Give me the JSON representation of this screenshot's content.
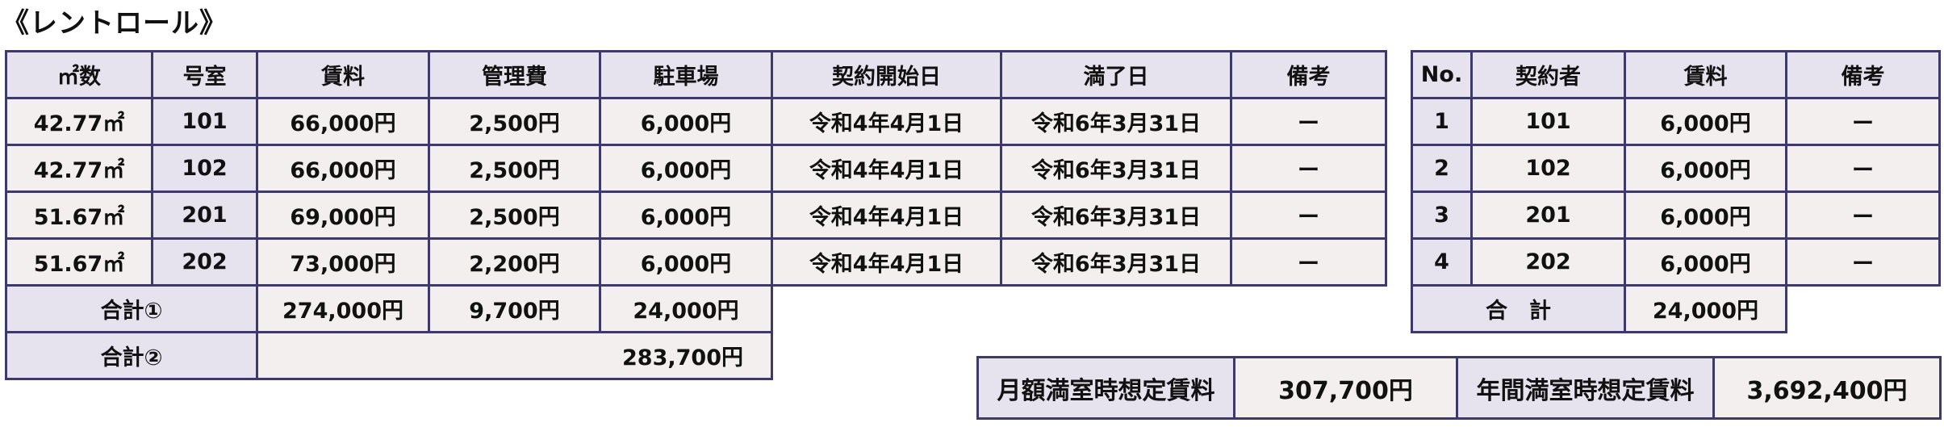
{
  "title": "《レントロール》",
  "rent_table": {
    "headers": [
      "㎡数",
      "号室",
      "賃料",
      "管理費",
      "駐車場",
      "契約開始日",
      "満了日",
      "備考"
    ],
    "rows": [
      [
        "42.77㎡",
        "101",
        "66,000円",
        "2,500円",
        "6,000円",
        "令和4年4月1日",
        "令和6年3月31日",
        "ー"
      ],
      [
        "42.77㎡",
        "102",
        "66,000円",
        "2,500円",
        "6,000円",
        "令和4年4月1日",
        "令和6年3月31日",
        "ー"
      ],
      [
        "51.67㎡",
        "201",
        "69,000円",
        "2,500円",
        "6,000円",
        "令和4年4月1日",
        "令和6年3月31日",
        "ー"
      ],
      [
        "51.67㎡",
        "202",
        "73,000円",
        "2,200円",
        "6,000円",
        "令和4年4月1日",
        "令和6年3月31日",
        "ー"
      ]
    ],
    "subtotal1": {
      "label": "合計①",
      "rent": "274,000円",
      "mgmt": "9,700円",
      "parking": "24,000円"
    },
    "subtotal2": {
      "label": "合計②",
      "value": "283,700円"
    }
  },
  "parking_table": {
    "headers": [
      "No.",
      "契約者",
      "賃料",
      "備考"
    ],
    "rows": [
      [
        "1",
        "101",
        "6,000円",
        "ー"
      ],
      [
        "2",
        "102",
        "6,000円",
        "ー"
      ],
      [
        "3",
        "201",
        "6,000円",
        "ー"
      ],
      [
        "4",
        "202",
        "6,000円",
        "ー"
      ]
    ],
    "total": {
      "label": "合　計",
      "value": "24,000円"
    }
  },
  "summary": {
    "monthly_label": "月額満室時想定賃料",
    "monthly_value": "307,700円",
    "annual_label": "年間満室時想定賃料",
    "annual_value": "3,692,400円"
  }
}
